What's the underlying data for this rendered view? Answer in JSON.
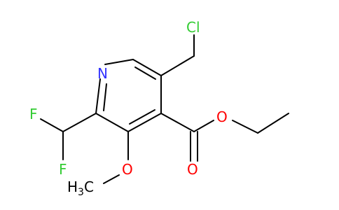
{
  "molecule": {
    "atoms": {
      "nitrogen": "N",
      "chlorine": "Cl",
      "fluorine_top": "F",
      "fluorine_bottom": "F",
      "oxygen_methoxy": "O",
      "methyl_h": "H",
      "methyl_sub": "3",
      "methyl_c": "C",
      "oxygen_ester": "O",
      "oxygen_carbonyl": "O"
    },
    "colors": {
      "bond": "#000000",
      "nitrogen": "#3333ff",
      "chlorine": "#33cc33",
      "fluorine": "#33cc33",
      "oxygen": "#ff0000",
      "methyl": "#000000"
    }
  }
}
